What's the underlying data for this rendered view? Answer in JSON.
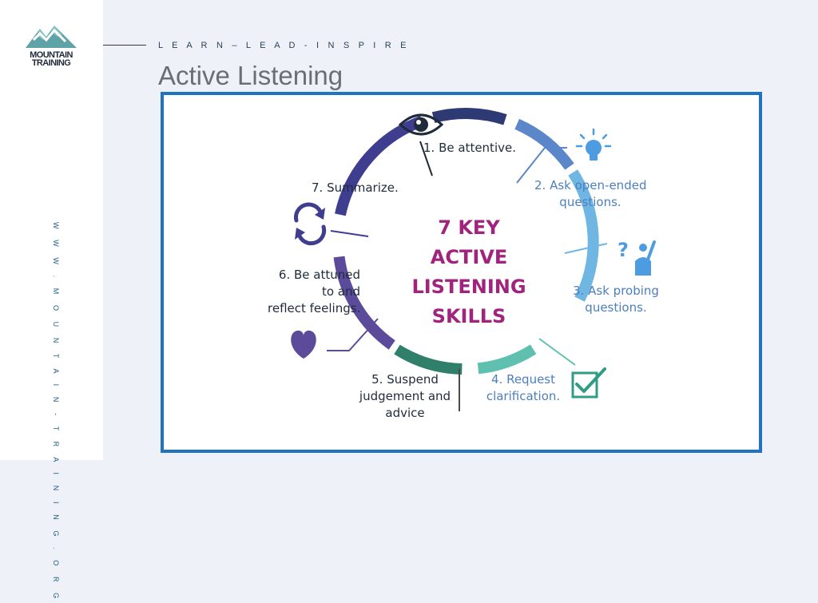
{
  "branding": {
    "logo_line1": "MOUNTAIN",
    "logo_line2": "TRAINING",
    "website": "W W W . M O U N T A I N - T R A I N I N G . O R G",
    "tagline": "L E A R N  –  L E A D -  I N S P I R E"
  },
  "slide": {
    "title": "Active Listening"
  },
  "diagram": {
    "center_title": [
      "7 KEY",
      "ACTIVE",
      "LISTENING",
      "SKILLS"
    ],
    "skills": [
      {
        "label": "1. Be attentive.",
        "icon": "eye-icon",
        "color": "#2e3a73"
      },
      {
        "label_lines": [
          "2. Ask open-ended",
          "questions."
        ],
        "icon": "lightbulb-icon",
        "color": "#5b86c9"
      },
      {
        "label_lines": [
          "3. Ask probing",
          "questions."
        ],
        "icon": "question-person-icon",
        "color": "#6fb6e3"
      },
      {
        "label_lines": [
          "4. Request",
          "clarification."
        ],
        "icon": "checkbox-icon",
        "color": "#5fc0b0"
      },
      {
        "label_lines": [
          "5.  Suspend",
          "judgement and",
          "advice"
        ],
        "icon": "none",
        "color": "#2f7f6a"
      },
      {
        "label_lines": [
          "6. Be attuned",
          "to and",
          "reflect feelings."
        ],
        "icon": "heart-icon",
        "color": "#5b4b9a"
      },
      {
        "label": "7. Summarize.",
        "icon": "refresh-icon",
        "color": "#3f3d8f"
      }
    ]
  }
}
